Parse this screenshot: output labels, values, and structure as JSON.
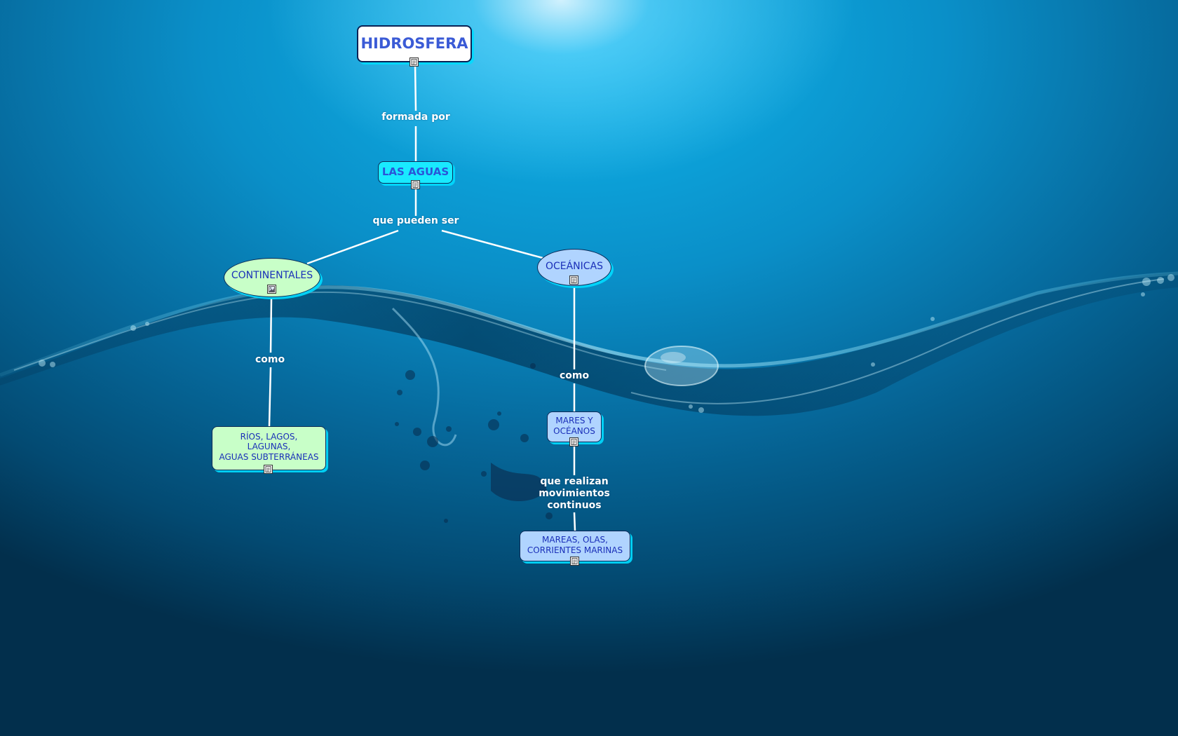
{
  "concept_map": {
    "nodes": {
      "hidrosfera": {
        "label": "HIDROSFERA",
        "attachment": "document-icon"
      },
      "las_aguas": {
        "label": "LAS AGUAS",
        "attachment": "document-icon"
      },
      "continentales": {
        "label": "CONTINENTALES",
        "attachment": "image-icon"
      },
      "oceanicas": {
        "label": "OCEÁNICAS",
        "attachment": "document-icon"
      },
      "rios": {
        "label": "RÍOS, LAGOS,\nLAGUNAS,\nAGUAS SUBTERRÁNEAS",
        "attachment": "document-icon"
      },
      "mares": {
        "label": "MARES Y\nOCÉANOS",
        "attachment": "document-icon"
      },
      "mareas": {
        "label": "MAREAS, OLAS,\nCORRIENTES MARINAS",
        "attachment": "document-icon"
      }
    },
    "links": {
      "formada_por": "formada por",
      "que_pueden_ser": "que pueden ser",
      "como_continentales": "como",
      "como_oceanicas": "como",
      "que_realizan": "que realizan\nmovimientos\ncontinuos"
    },
    "edges": [
      [
        "hidrosfera",
        "formada_por",
        "las_aguas"
      ],
      [
        "las_aguas",
        "que_pueden_ser",
        "continentales"
      ],
      [
        "las_aguas",
        "que_pueden_ser",
        "oceanicas"
      ],
      [
        "continentales",
        "como_continentales",
        "rios"
      ],
      [
        "oceanicas",
        "como_oceanicas",
        "mares"
      ],
      [
        "mares",
        "que_realizan",
        "mareas"
      ]
    ]
  },
  "colors": {
    "root_fill": "#ffffff",
    "las_aguas_fill": "#19eaff",
    "continental_fill": "#c8ffc8",
    "oceanic_fill": "#b0d4ff",
    "text": "#1a2fb8",
    "link_line": "#ffffff"
  }
}
